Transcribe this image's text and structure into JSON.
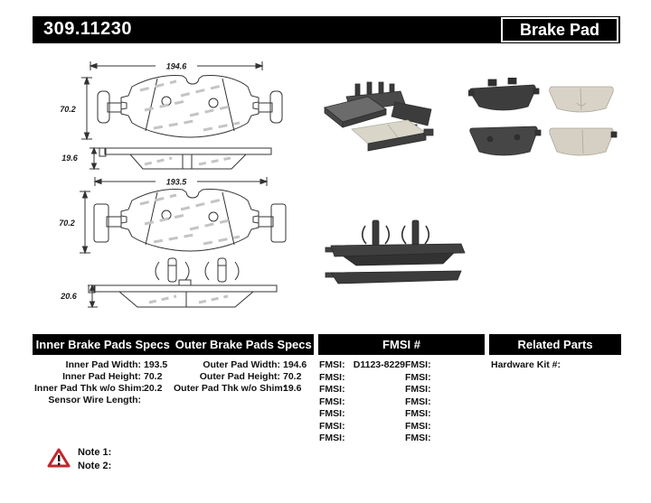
{
  "header": {
    "part_number": "309.11230",
    "product_name": "Brake Pad"
  },
  "diagrams": {
    "outer_pad": {
      "width": "194.6",
      "height": "70.2",
      "thickness": "19.6"
    },
    "inner_pad": {
      "width": "193.5",
      "height": "70.2",
      "thickness": "20.6"
    }
  },
  "spec_table": {
    "headers": {
      "inner": "Inner Brake Pads Specs",
      "outer": "Outer Brake Pads Specs",
      "fmsi": "FMSI #",
      "related": "Related Parts"
    },
    "inner_specs": [
      {
        "label": "Inner Pad Width:",
        "value": "193.5"
      },
      {
        "label": "Inner Pad Height:",
        "value": "70.2"
      },
      {
        "label": "Inner Pad Thk w/o Shim:",
        "value": "20.2"
      },
      {
        "label": "Sensor Wire Length:",
        "value": ""
      }
    ],
    "outer_specs": [
      {
        "label": "Outer Pad Width:",
        "value": "194.6"
      },
      {
        "label": "Outer Pad Height:",
        "value": "70.2"
      },
      {
        "label": "Outer Pad Thk w/o Shim:",
        "value": "19.6"
      }
    ],
    "fmsi_col1": [
      {
        "label": "FMSI:",
        "value": "D1123-8229"
      },
      {
        "label": "FMSI:",
        "value": ""
      },
      {
        "label": "FMSI:",
        "value": ""
      },
      {
        "label": "FMSI:",
        "value": ""
      },
      {
        "label": "FMSI:",
        "value": ""
      },
      {
        "label": "FMSI:",
        "value": ""
      },
      {
        "label": "FMSI:",
        "value": ""
      }
    ],
    "fmsi_col2": [
      {
        "label": "FMSI:",
        "value": ""
      },
      {
        "label": "FMSI:",
        "value": ""
      },
      {
        "label": "FMSI:",
        "value": ""
      },
      {
        "label": "FMSI:",
        "value": ""
      },
      {
        "label": "FMSI:",
        "value": ""
      },
      {
        "label": "FMSI:",
        "value": ""
      },
      {
        "label": "FMSI:",
        "value": ""
      }
    ],
    "related_parts": [
      {
        "label": "Hardware Kit #:",
        "value": ""
      }
    ]
  },
  "notes": [
    {
      "label": "Note 1:"
    },
    {
      "label": "Note 2:"
    }
  ],
  "colors": {
    "header_bg": "#000000",
    "header_text": "#ffffff",
    "warning_red": "#c1272d",
    "friction_tan": "#d8d3c6",
    "backing_dark": "#3f3f3f"
  }
}
